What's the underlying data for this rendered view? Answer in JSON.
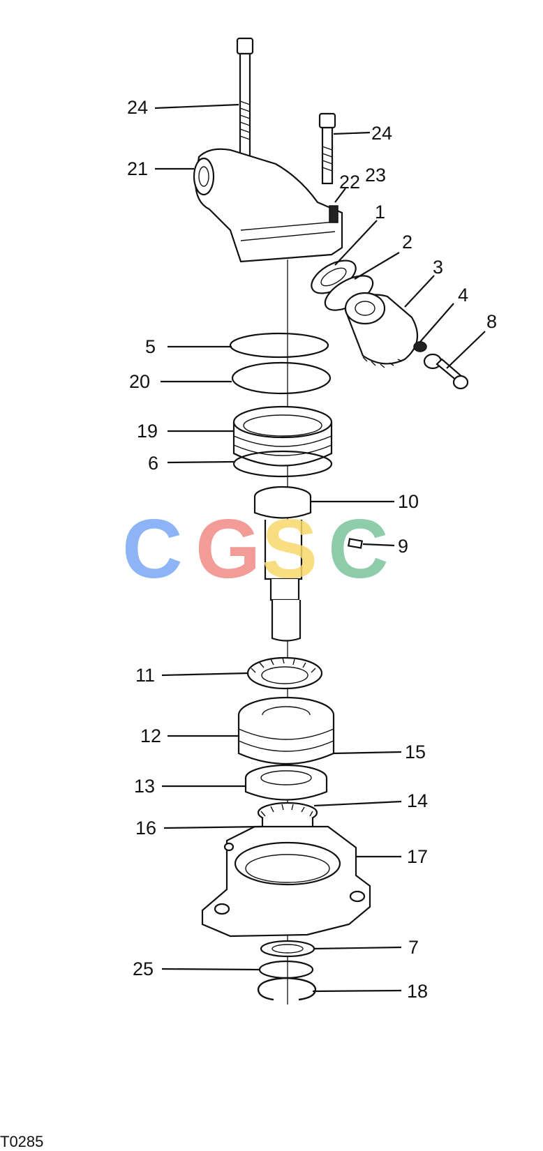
{
  "figure_id": "T0285",
  "watermark": {
    "letters": [
      "C",
      "G",
      "S",
      "C"
    ],
    "colors": [
      "#7aa7f5",
      "#f08a86",
      "#f7d96b",
      "#7cc49b"
    ]
  },
  "callouts": [
    {
      "id": "c24a",
      "text": "24"
    },
    {
      "id": "c24b",
      "text": "24"
    },
    {
      "id": "c21",
      "text": "21"
    },
    {
      "id": "c22",
      "text": "22"
    },
    {
      "id": "c23",
      "text": "23"
    },
    {
      "id": "c1",
      "text": "1"
    },
    {
      "id": "c2",
      "text": "2"
    },
    {
      "id": "c3",
      "text": "3"
    },
    {
      "id": "c4",
      "text": "4"
    },
    {
      "id": "c8",
      "text": "8"
    },
    {
      "id": "c5",
      "text": "5"
    },
    {
      "id": "c20",
      "text": "20"
    },
    {
      "id": "c19",
      "text": "19"
    },
    {
      "id": "c6",
      "text": "6"
    },
    {
      "id": "c10",
      "text": "10"
    },
    {
      "id": "c9",
      "text": "9"
    },
    {
      "id": "c11",
      "text": "11"
    },
    {
      "id": "c12",
      "text": "12"
    },
    {
      "id": "c15",
      "text": "15"
    },
    {
      "id": "c13",
      "text": "13"
    },
    {
      "id": "c14",
      "text": "14"
    },
    {
      "id": "c16",
      "text": "16"
    },
    {
      "id": "c17",
      "text": "17"
    },
    {
      "id": "c7",
      "text": "7"
    },
    {
      "id": "c25",
      "text": "25"
    },
    {
      "id": "c18",
      "text": "18"
    }
  ]
}
